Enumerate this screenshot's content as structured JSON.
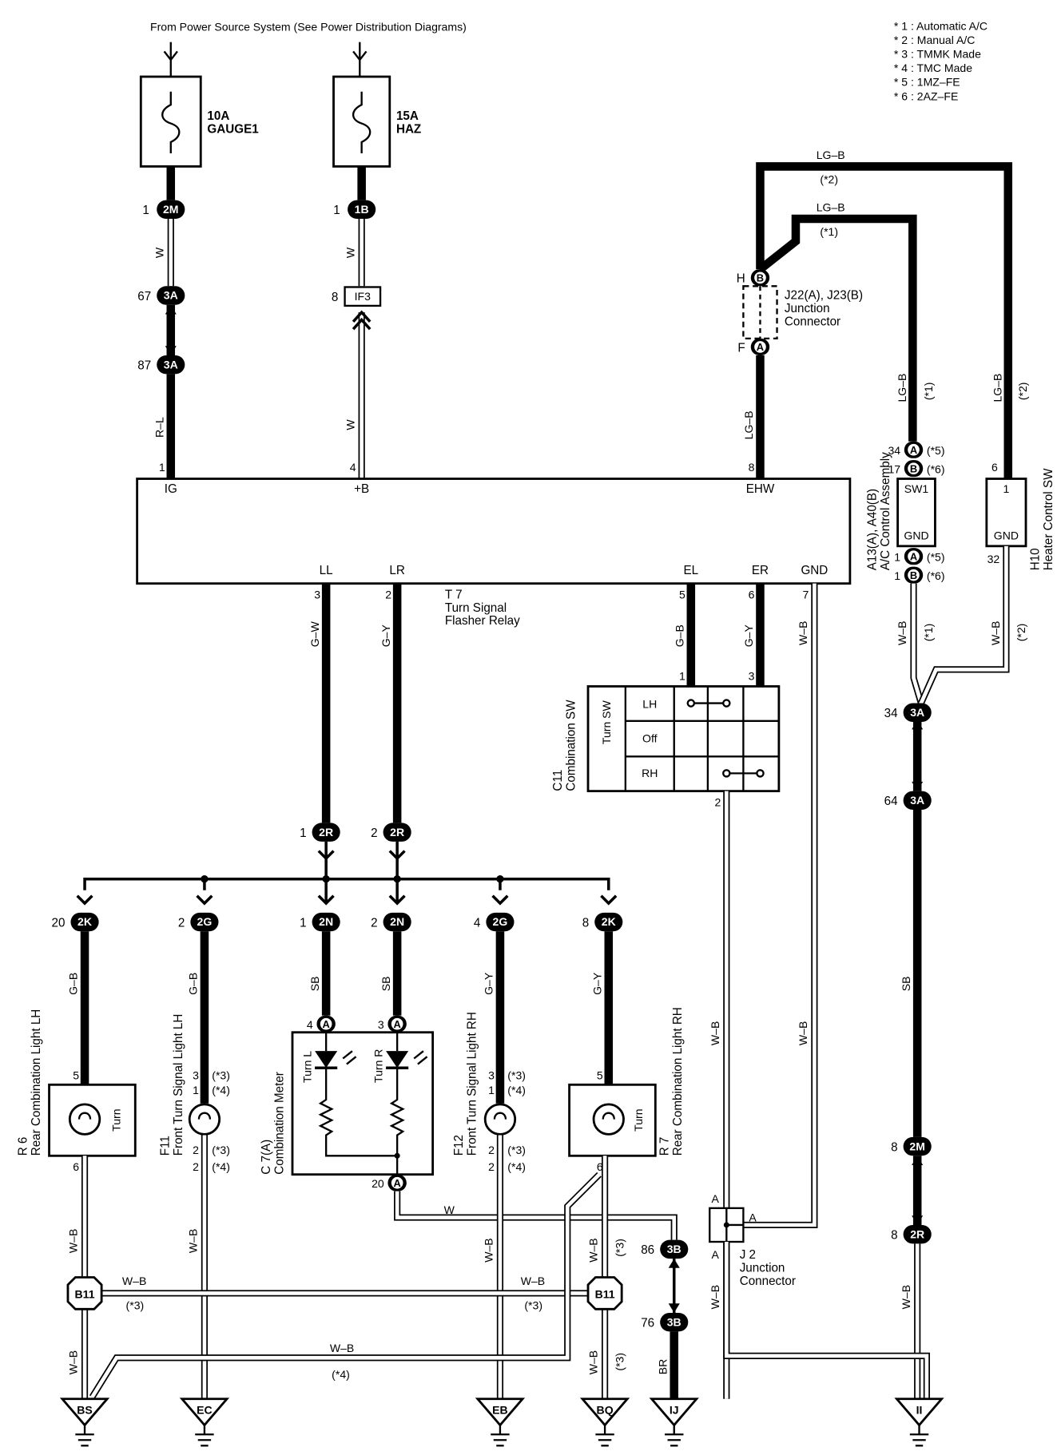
{
  "header": {
    "source_note": "From Power Source System (See Power Distribution Diagrams)"
  },
  "notes": [
    "* 1 : Automatic A/C",
    "* 2 : Manual A/C",
    "* 3 : TMMK Made",
    "* 4 : TMC Made",
    "* 5 : 1MZ–FE",
    "* 6 : 2AZ–FE"
  ],
  "fuses": {
    "gauge": {
      "rating": "10A",
      "name": "GAUGE1"
    },
    "haz": {
      "rating": "15A",
      "name": "HAZ"
    }
  },
  "connectors": {
    "c2m_1": {
      "pin": "1",
      "id": "2M"
    },
    "c1b_1": {
      "pin": "1",
      "id": "1B"
    },
    "c3a_67": {
      "pin": "67",
      "id": "3A"
    },
    "c3a_87": {
      "pin": "87",
      "id": "3A"
    },
    "if3": {
      "pin": "8",
      "id": "IF3"
    },
    "c2r_1": {
      "pin": "1",
      "id": "2R"
    },
    "c2r_2": {
      "pin": "2",
      "id": "2R"
    },
    "c2k_20": {
      "pin": "20",
      "id": "2K"
    },
    "c2g_2": {
      "pin": "2",
      "id": "2G"
    },
    "c2n_1": {
      "pin": "1",
      "id": "2N"
    },
    "c2n_2": {
      "pin": "2",
      "id": "2N"
    },
    "c2g_4": {
      "pin": "4",
      "id": "2G"
    },
    "c2k_8": {
      "pin": "8",
      "id": "2K"
    },
    "c3a_34": {
      "pin": "34",
      "id": "3A"
    },
    "c3a_64": {
      "pin": "64",
      "id": "3A"
    },
    "c2m_8": {
      "pin": "8",
      "id": "2M"
    },
    "c2r_8": {
      "pin": "8",
      "id": "2R"
    },
    "c3b_86": {
      "pin": "86",
      "id": "3B"
    },
    "c3b_76": {
      "pin": "76",
      "id": "3B"
    },
    "b11": "B11",
    "meter_a4": {
      "pin": "4",
      "id": "A"
    },
    "meter_a3": {
      "pin": "3",
      "id": "A"
    },
    "meter_a20": {
      "pin": "20",
      "id": "A"
    }
  },
  "wires": {
    "w_gauge": "W",
    "w_haz": "W",
    "w_if3": "W",
    "rl": "R–L",
    "gw": "G–W",
    "gy_lr": "G–Y",
    "gb_el": "G–B",
    "gy_er": "G–Y",
    "wb_gnd": "W–B",
    "gb_rear_lh": "G–B",
    "gb_front_lh": "G–B",
    "sb_1": "SB",
    "sb_2": "SB",
    "gy_front_rh": "G–Y",
    "gy_rear_rh": "G–Y",
    "lgb_top2": "LG–B",
    "lgb_top1": "LG–B",
    "lgb_j": "LG–B",
    "lgb_a13": "LG–B",
    "lgb_h10": "LG–B",
    "wb_a13": "W–B",
    "wb_h10": "W–B",
    "sb_right": "SB",
    "wb_right": "W–B",
    "wb_c11": "W–B",
    "wb_j2": "W–B",
    "wb_r6": "W–B",
    "wb_f11": "W–B",
    "wb_f12": "W–B",
    "wb_r7": "W–B",
    "wb_b11": "W–B",
    "wb_b11_r": "W–B",
    "wb_bs": "W–B",
    "wb_bq": "W–B",
    "wb_long": "W–B",
    "w_meter": "W",
    "br": "BR",
    "wb_j2_low": "W–B"
  },
  "variants": {
    "v1": "(*1)",
    "v2": "(*2)",
    "v3": "(*3)",
    "v4": "(*4)",
    "v5": "(*5)",
    "v6": "(*6)"
  },
  "relay": {
    "label": "T 7",
    "name1": "Turn Signal",
    "name2": "Flasher Relay",
    "terminals": {
      "ig": "IG",
      "b": "+B",
      "ehw": "EHW",
      "ll": "LL",
      "lr": "LR",
      "el": "EL",
      "er": "ER",
      "gnd": "GND"
    },
    "pins": {
      "ig": "1",
      "b": "4",
      "ehw": "8",
      "ll": "3",
      "lr": "2",
      "el": "5",
      "er": "6",
      "gnd": "7"
    }
  },
  "junction_j22": {
    "label": "J22(A), J23(B)",
    "name1": "Junction",
    "name2": "Connector",
    "pin_top": "H",
    "conn_top": "B",
    "pin_bottom": "F",
    "conn_bottom": "A"
  },
  "ac_control": {
    "label": "A13(A), A40(B)",
    "name": "A/C Control Assembly",
    "sw": "SW1",
    "gnd": "GND",
    "pin_34": "34",
    "pin_17": "17",
    "pin_1a": "1",
    "pin_1b": "1",
    "conn_a": "A",
    "conn_b": "B"
  },
  "heater_sw": {
    "label": "H10",
    "name": "Heater Control SW",
    "pin1": "1",
    "gnd": "GND",
    "pin_6": "6",
    "pin_32": "32"
  },
  "combination_sw": {
    "label": "C11",
    "name": "Combination SW",
    "sub": "Turn SW",
    "positions": [
      "LH",
      "Off",
      "RH"
    ],
    "pin_1": "1",
    "pin_3": "3",
    "pin_2": "2"
  },
  "rear_lh": {
    "label": "R 6",
    "name": "Rear Combination Light LH",
    "text": "Turn",
    "pin_top": "5",
    "pin_bottom": "6"
  },
  "front_lh": {
    "label": "F11",
    "name": "Front Turn Signal Light LH",
    "pin_a": "3",
    "pin_b": "1",
    "pin_c": "2",
    "pin_d": "2"
  },
  "meter": {
    "label": "C 7(A)",
    "name": "Combination Meter",
    "turn_l": "Turn L",
    "turn_r": "Turn R"
  },
  "front_rh": {
    "label": "F12",
    "name": "Front Turn Signal Light RH",
    "pin_a": "3",
    "pin_b": "1",
    "pin_c": "2",
    "pin_d": "2"
  },
  "rear_rh": {
    "label": "R 7",
    "name": "Rear Combination Light RH",
    "text": "Turn",
    "pin_top": "5",
    "pin_bottom": "6"
  },
  "junction_j2": {
    "label": "J 2",
    "name1": "Junction",
    "name2": "Connector",
    "a_left": "A",
    "a_right": "A",
    "a_bottom": "A"
  },
  "grounds": [
    "BS",
    "EC",
    "EB",
    "BQ",
    "IJ",
    "II"
  ]
}
